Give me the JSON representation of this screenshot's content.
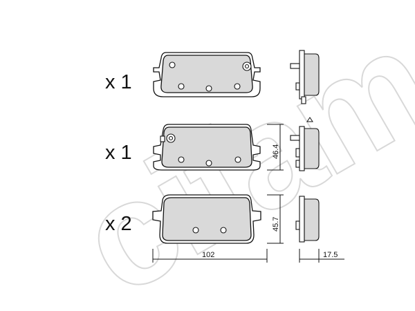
{
  "watermark": {
    "text": "cifam"
  },
  "rows": [
    {
      "quantity": "x 1"
    },
    {
      "quantity": "x 1",
      "height": "46.4"
    },
    {
      "quantity": "x 2",
      "height": "45.7"
    }
  ],
  "dimensions": {
    "width": "102",
    "thickness": "17.5"
  },
  "colors": {
    "pad_fill": "#d9d9d9",
    "outline": "#111111",
    "watermark": "#d4d4d4"
  }
}
